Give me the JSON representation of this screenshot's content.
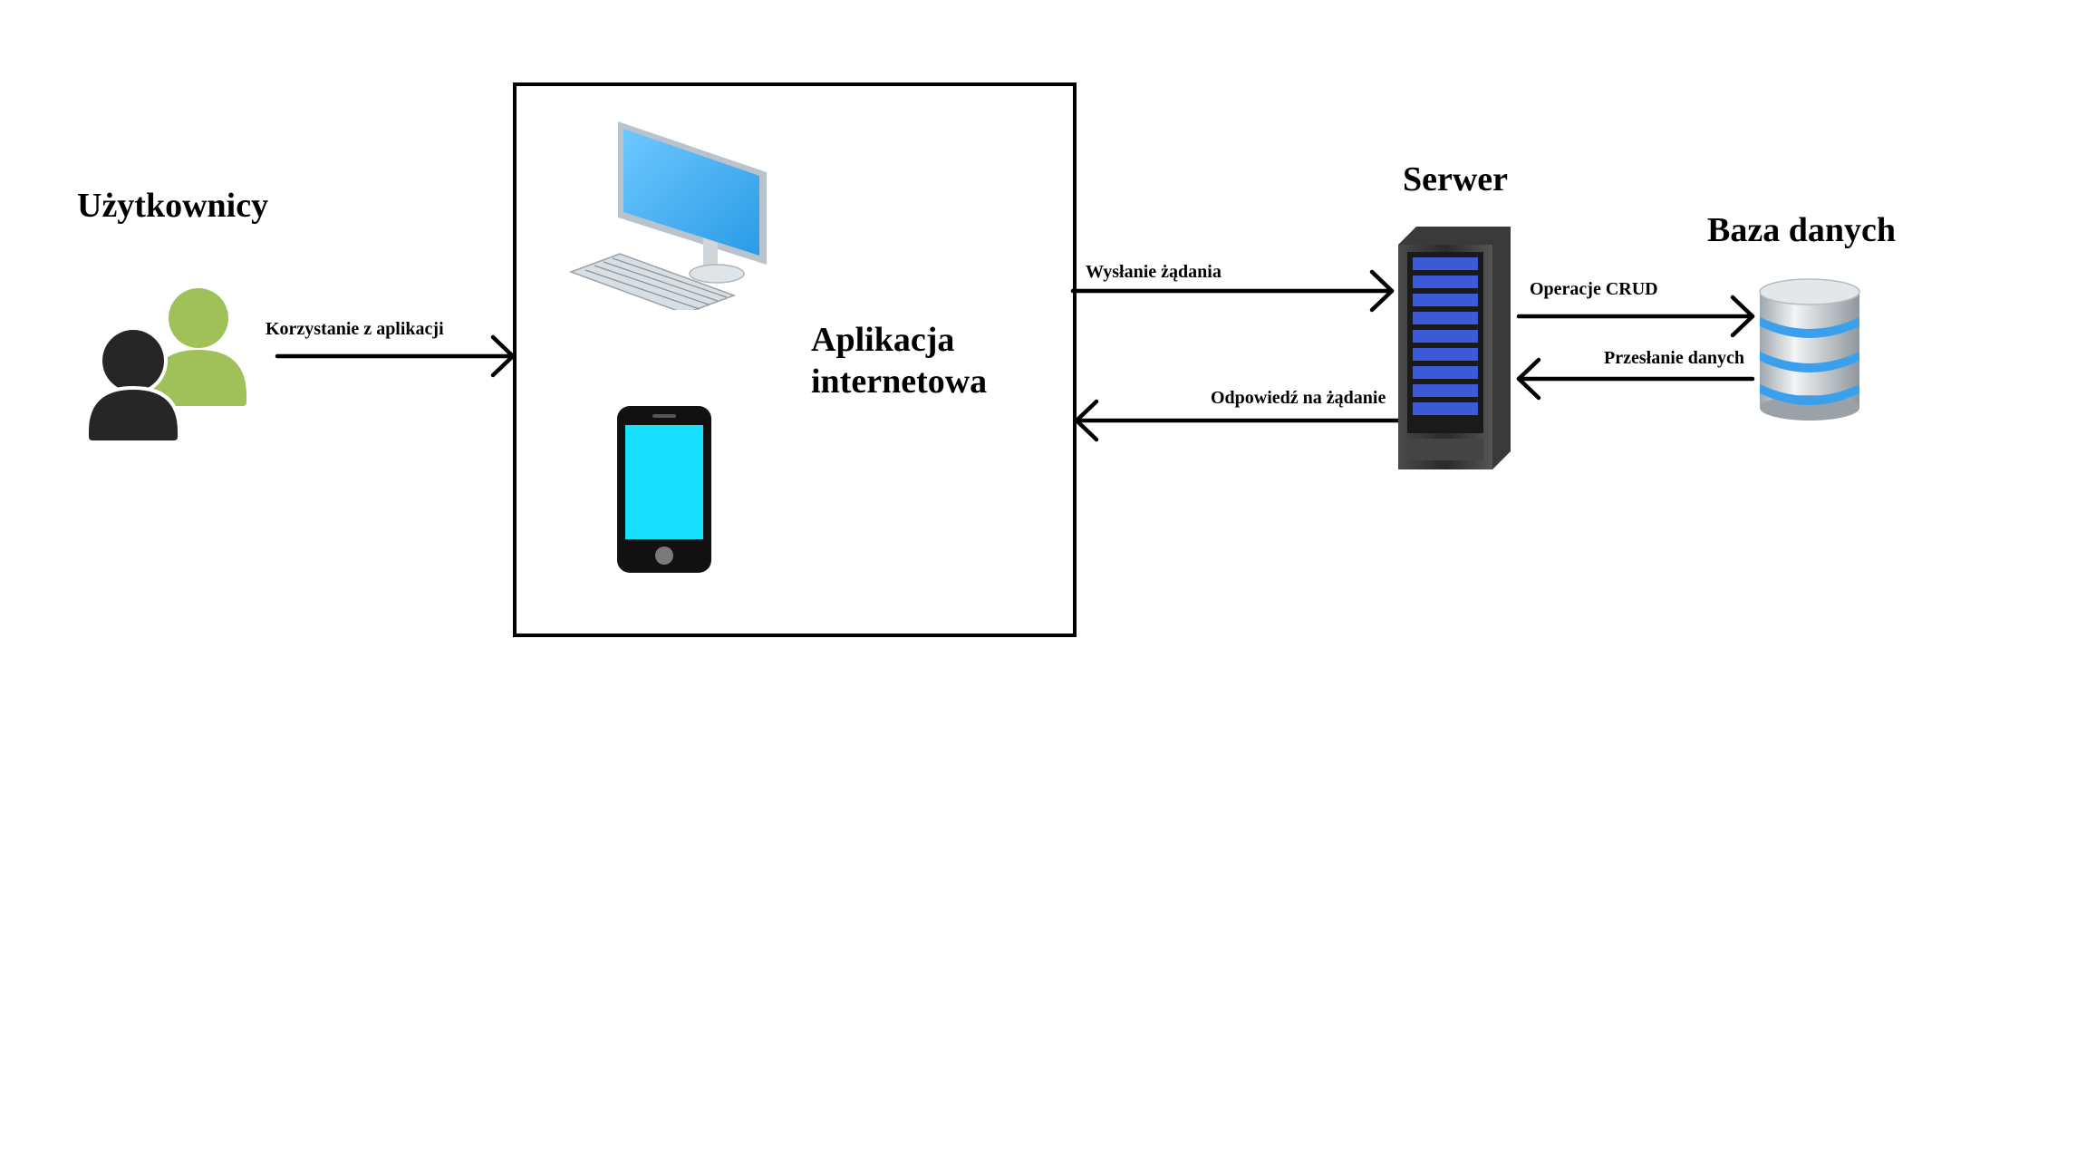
{
  "nodes": {
    "users": {
      "label": "Użytkownicy"
    },
    "app": {
      "line1": "Aplikacja",
      "line2": "internetowa"
    },
    "server": {
      "label": "Serwer"
    },
    "database": {
      "label": "Baza danych"
    }
  },
  "edges": {
    "users_to_app": "Korzystanie z aplikacji",
    "app_to_server": "Wysłanie żądania",
    "server_to_app": "Odpowiedź na żądanie",
    "server_to_db": "Operacje CRUD",
    "db_to_server": "Przesłanie danych"
  },
  "colors": {
    "user_front": "#262626",
    "user_back": "#a0c15a",
    "screen": "#4fb2f0",
    "phone_screen": "#18e0ff",
    "db_band": "#3aa0ee"
  }
}
